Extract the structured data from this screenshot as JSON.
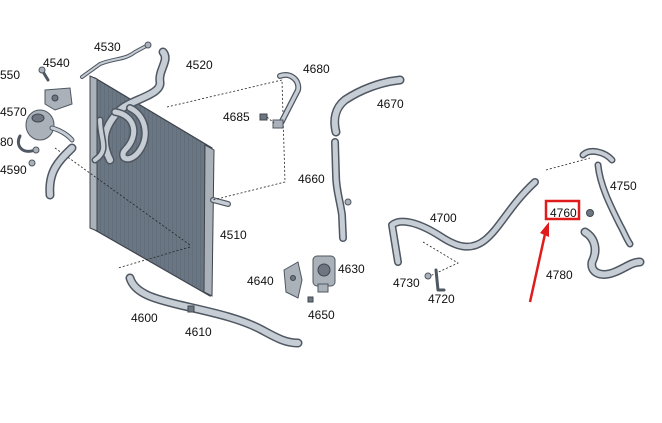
{
  "labels": {
    "p4530": "4530",
    "p4540": "4540",
    "p550": "550",
    "p4570": "4570",
    "p80": "80",
    "p4590": "4590",
    "p4520": "4520",
    "p4680": "4680",
    "p4685": "4685",
    "p4670": "4670",
    "p4660": "4660",
    "p4510": "4510",
    "p4640": "4640",
    "p4630": "4630",
    "p4650": "4650",
    "p4600": "4600",
    "p4610": "4610",
    "p4700": "4700",
    "p4730": "4730",
    "p4720": "4720",
    "p4750": "4750",
    "p4760": "4760",
    "p4780": "4780"
  },
  "highlight": {
    "part": "4760",
    "box_color": "#e01b1b",
    "arrow_color": "#e01b1b"
  },
  "colors": {
    "part_fill": "#aab1b9",
    "part_outline": "#4e5762",
    "radiator_fill": "#6b7684"
  }
}
